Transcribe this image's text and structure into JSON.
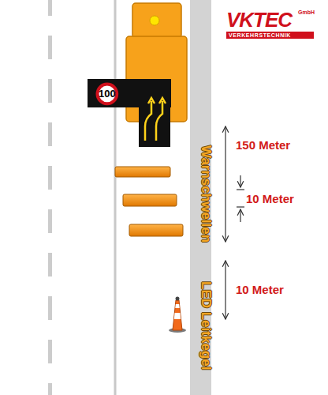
{
  "diagram": {
    "nodes": [
      {
        "text": [
          "100"
        ]
      }
    ],
    "labels": [
      "VKTEC",
      "GmbH",
      "VERKEHRSTECHNIK",
      "Warnschwellen",
      "LED Leitkegel",
      "150 Meter",
      "10 Meter",
      "10 Meter"
    ]
  }
}
